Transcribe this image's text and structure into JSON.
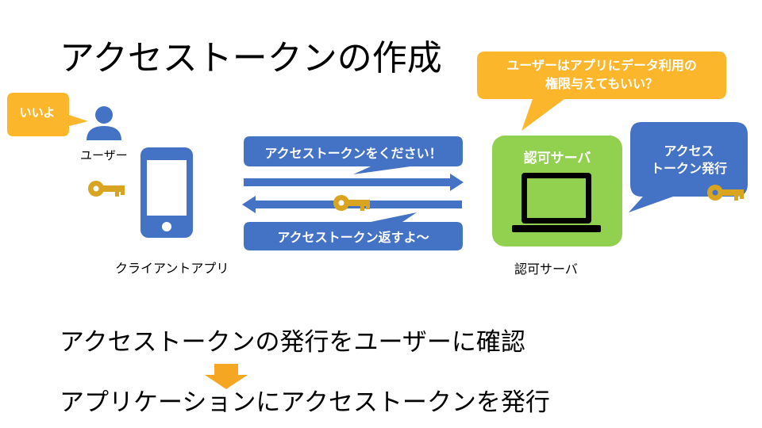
{
  "slide": {
    "title": "アクセストークンの作成",
    "user": {
      "bubble": "いいよ",
      "label": "ユーザー"
    },
    "client": {
      "label": "クライアントアプリ"
    },
    "server": {
      "box_label": "認可サーバ",
      "caption": "認可サーバ",
      "issue_bubble_line1": "アクセス",
      "issue_bubble_line2": "トークン発行",
      "question_line1": "ユーザーはアプリにデータ利用の",
      "question_line2": "権限与えてもいい？"
    },
    "flow": {
      "request": "アクセストークンをください！",
      "response": "アクセストークン返すよ〜"
    },
    "summary": {
      "line1": "アクセストークンの発行をユーザーに確認",
      "line2": "アプリケーションにアクセストークンを発行"
    },
    "colors": {
      "blue": "#4472c4",
      "orange": "#fbb62c",
      "green": "#92d050",
      "key": "#d9a521",
      "down_arrow": "#f5a623",
      "black": "#000000"
    },
    "icons": [
      "person-icon",
      "smartphone-icon",
      "key-icon",
      "laptop-icon",
      "down-arrow-icon"
    ]
  }
}
